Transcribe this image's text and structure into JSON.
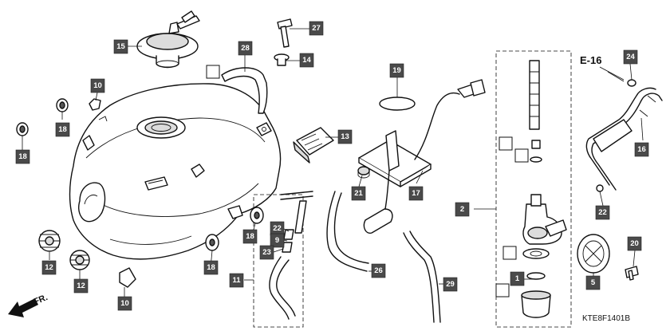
{
  "diagram": {
    "ref_code": "E-16",
    "code": "KTE8F1401B",
    "direction_label": "FR."
  },
  "callouts": [
    {
      "id": "c15",
      "num": "15"
    },
    {
      "id": "c27",
      "num": "27"
    },
    {
      "id": "c28",
      "num": "28"
    },
    {
      "id": "c14",
      "num": "14"
    },
    {
      "id": "c10a",
      "num": "10"
    },
    {
      "id": "c18a",
      "num": "18"
    },
    {
      "id": "c18b",
      "num": "18"
    },
    {
      "id": "c13",
      "num": "13"
    },
    {
      "id": "c19",
      "num": "19"
    },
    {
      "id": "c21",
      "num": "21"
    },
    {
      "id": "c17",
      "num": "17"
    },
    {
      "id": "c2",
      "num": "2"
    },
    {
      "id": "c24",
      "num": "24"
    },
    {
      "id": "c16",
      "num": "16"
    },
    {
      "id": "c22a",
      "num": "22"
    },
    {
      "id": "c22b",
      "num": "22"
    },
    {
      "id": "c18c",
      "num": "18"
    },
    {
      "id": "c9",
      "num": "9"
    },
    {
      "id": "c23",
      "num": "23"
    },
    {
      "id": "c11",
      "num": "11"
    },
    {
      "id": "c26",
      "num": "26"
    },
    {
      "id": "c29",
      "num": "29"
    },
    {
      "id": "c12a",
      "num": "12"
    },
    {
      "id": "c12b",
      "num": "12"
    },
    {
      "id": "c18d",
      "num": "18"
    },
    {
      "id": "c10b",
      "num": "10"
    },
    {
      "id": "c1",
      "num": "1"
    },
    {
      "id": "c20",
      "num": "20"
    },
    {
      "id": "c5",
      "num": "5"
    }
  ]
}
